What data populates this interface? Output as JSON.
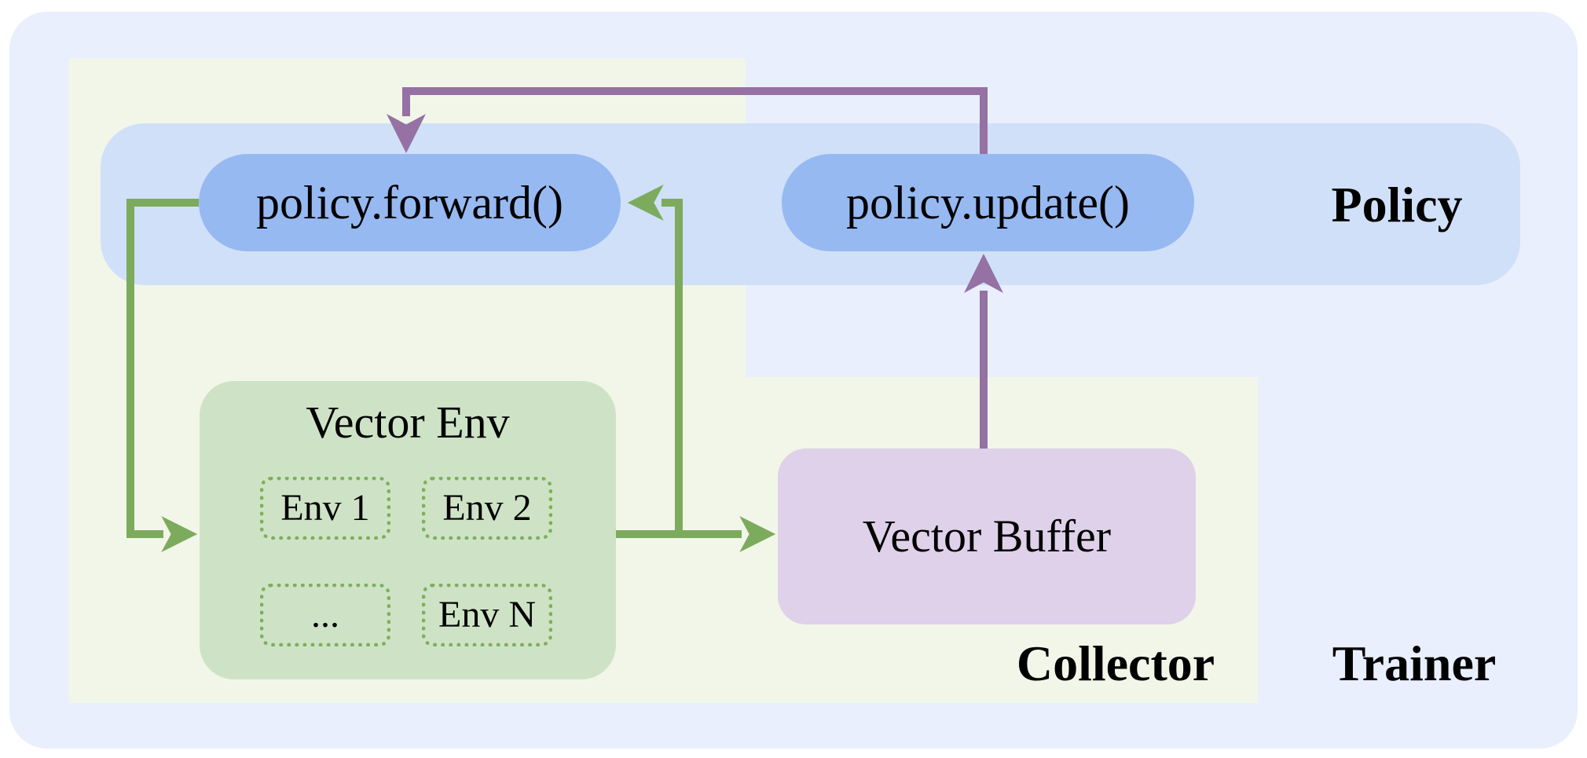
{
  "policy": {
    "label": "Policy",
    "forward_label": "policy.forward()",
    "update_label": "policy.update()"
  },
  "collector": {
    "label": "Collector",
    "vector_env": {
      "title": "Vector Env",
      "envs": [
        "Env 1",
        "Env 2",
        "...",
        "Env N"
      ]
    },
    "vector_buffer": {
      "label": "Vector Buffer"
    }
  },
  "trainer": {
    "label": "Trainer"
  },
  "arrows": [
    {
      "name": "policy-forward-to-vector-env",
      "color": "green"
    },
    {
      "name": "vector-env-to-vector-buffer",
      "color": "green"
    },
    {
      "name": "vector-env-branch-to-policy-forward",
      "color": "green"
    },
    {
      "name": "vector-buffer-to-policy-update",
      "color": "purple"
    },
    {
      "name": "policy-update-to-policy-forward",
      "color": "purple"
    }
  ],
  "colors": {
    "trainer-bg": "#e9effd",
    "collector-bg": "#f2f6e8",
    "policy-band": "#cfe0f8",
    "pill": "#97b9f2",
    "env-box": "#cee3c6",
    "env-border": "#7fae5f",
    "buffer-box": "#ded1e9",
    "arrow-green": "#7cab5d",
    "arrow-purple": "#9571a4",
    "text": "#000000"
  }
}
